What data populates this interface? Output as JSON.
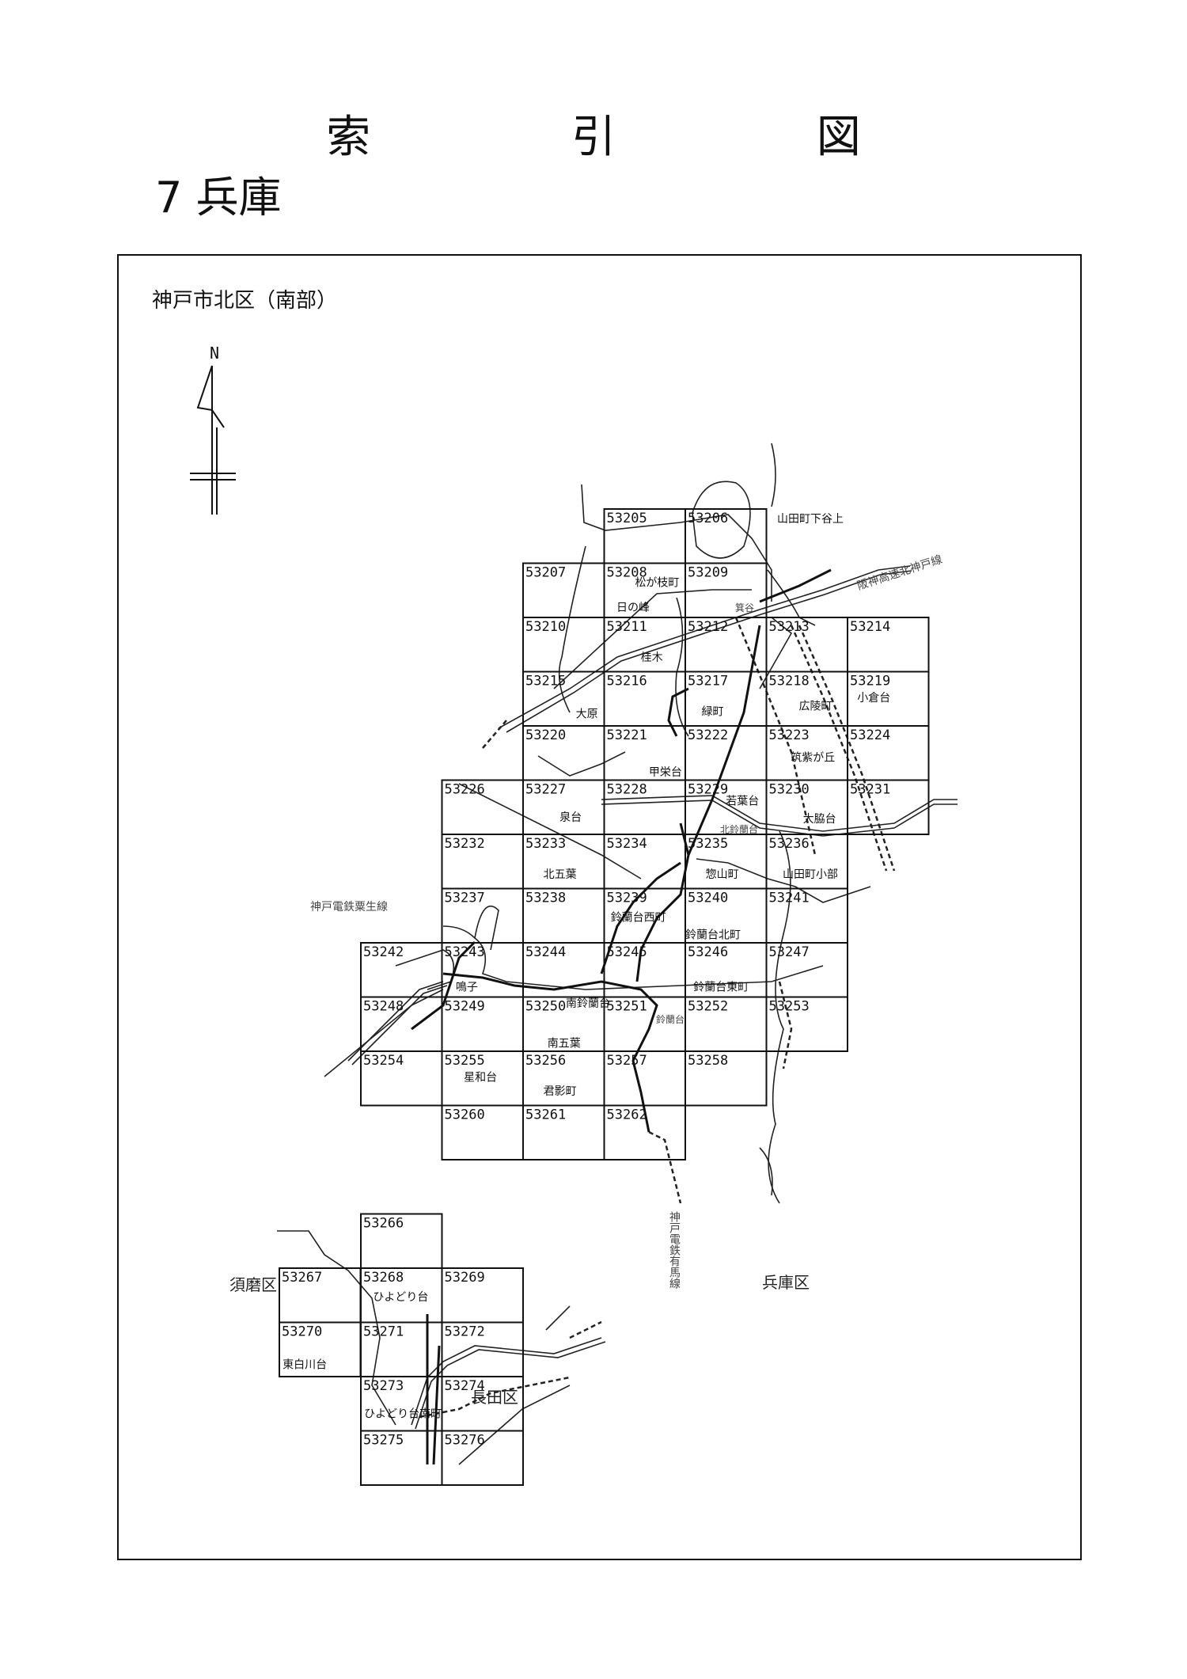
{
  "title": "索 引 図",
  "subtitle": "7 兵庫",
  "region": "神戸市北区（南部）",
  "compass": "N",
  "sheets": [
    {
      "id": "53205",
      "label": ""
    },
    {
      "id": "53206",
      "label": ""
    },
    {
      "id": "53207",
      "label": ""
    },
    {
      "id": "53208",
      "label": "松が枝町"
    },
    {
      "id": "53209",
      "label": ""
    },
    {
      "id": "53210",
      "label": ""
    },
    {
      "id": "53211",
      "label": "桂木"
    },
    {
      "id": "53212",
      "label": ""
    },
    {
      "id": "53213",
      "label": ""
    },
    {
      "id": "53214",
      "label": ""
    },
    {
      "id": "53215",
      "label": "大原"
    },
    {
      "id": "53216",
      "label": ""
    },
    {
      "id": "53217",
      "label": "緑町"
    },
    {
      "id": "53218",
      "label": "広陵町"
    },
    {
      "id": "53219",
      "label": "小倉台"
    },
    {
      "id": "53220",
      "label": ""
    },
    {
      "id": "53221",
      "label": "甲栄台"
    },
    {
      "id": "53222",
      "label": ""
    },
    {
      "id": "53223",
      "label": "筑紫が丘"
    },
    {
      "id": "53224",
      "label": ""
    },
    {
      "id": "53226",
      "label": ""
    },
    {
      "id": "53227",
      "label": "泉台"
    },
    {
      "id": "53228",
      "label": ""
    },
    {
      "id": "53229",
      "label": "若葉台"
    },
    {
      "id": "53230",
      "label": "大脇台"
    },
    {
      "id": "53231",
      "label": ""
    },
    {
      "id": "53232",
      "label": ""
    },
    {
      "id": "53233",
      "label": "北五葉"
    },
    {
      "id": "53234",
      "label": ""
    },
    {
      "id": "53235",
      "label": "惣山町"
    },
    {
      "id": "53236",
      "label": "山田町小部"
    },
    {
      "id": "53237",
      "label": ""
    },
    {
      "id": "53238",
      "label": ""
    },
    {
      "id": "53239",
      "label": "鈴蘭台西町"
    },
    {
      "id": "53240",
      "label": "鈴蘭台北町"
    },
    {
      "id": "53241",
      "label": ""
    },
    {
      "id": "53242",
      "label": ""
    },
    {
      "id": "53243",
      "label": "鳴子"
    },
    {
      "id": "53244",
      "label": ""
    },
    {
      "id": "53245",
      "label": ""
    },
    {
      "id": "53246",
      "label": "鈴蘭台東町"
    },
    {
      "id": "53247",
      "label": ""
    },
    {
      "id": "53248",
      "label": ""
    },
    {
      "id": "53249",
      "label": ""
    },
    {
      "id": "53250",
      "label": "南五葉"
    },
    {
      "id": "53251",
      "label": ""
    },
    {
      "id": "53252",
      "label": ""
    },
    {
      "id": "53253",
      "label": ""
    },
    {
      "id": "53254",
      "label": ""
    },
    {
      "id": "53255",
      "label": "星和台"
    },
    {
      "id": "53256",
      "label": "君影町"
    },
    {
      "id": "53257",
      "label": ""
    },
    {
      "id": "53258",
      "label": ""
    },
    {
      "id": "53260",
      "label": ""
    },
    {
      "id": "53261",
      "label": ""
    },
    {
      "id": "53262",
      "label": ""
    },
    {
      "id": "53266",
      "label": ""
    },
    {
      "id": "53267",
      "label": ""
    },
    {
      "id": "53268",
      "label": "ひよどり台"
    },
    {
      "id": "53269",
      "label": ""
    },
    {
      "id": "53270",
      "label": "東白川台"
    },
    {
      "id": "53271",
      "label": ""
    },
    {
      "id": "53272",
      "label": ""
    },
    {
      "id": "53273",
      "label": "ひよどり台南町"
    },
    {
      "id": "53274",
      "label": ""
    },
    {
      "id": "53275",
      "label": ""
    },
    {
      "id": "53276",
      "label": ""
    }
  ],
  "labels": {
    "yamada_shimotani": "山田町下谷上",
    "hinomine": "日の峰",
    "minowa": "箕谷",
    "kita_suzurandai": "北鈴蘭台",
    "suzurandai": "鈴蘭台",
    "minami_suzurandai": "南鈴蘭台",
    "hanshin_expressway": "阪神高速北神戸線",
    "awao_line": "神戸電鉄粟生線",
    "arima_line": "神戸電鉄有馬線",
    "hyogo_ku": "兵庫区",
    "suma_ku": "須磨区",
    "nagata_ku": "長田区"
  }
}
